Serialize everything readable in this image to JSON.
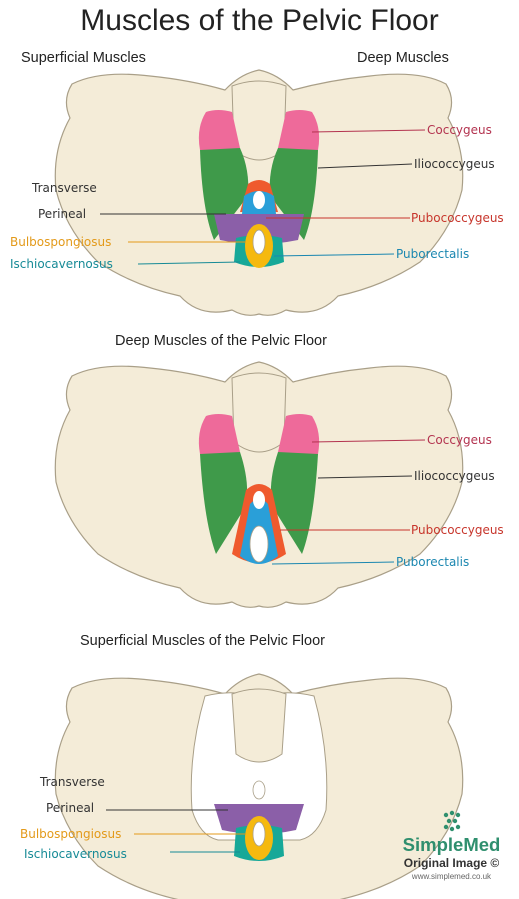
{
  "title": "Muscles of the Pelvic Floor",
  "header": {
    "left": "Superficial Muscles",
    "right": "Deep Muscles"
  },
  "headings": {
    "deep": "Deep Muscles of the Pelvic Floor",
    "superficial": "Superficial Muscles of the Pelvic Floor"
  },
  "labels": {
    "coccygeus": "Coccygeus",
    "iliococcygeus": "Iliococcygeus",
    "pubococcygeus": "Pubococcygeus",
    "puborectalis": "Puborectalis",
    "transverse": "Transverse",
    "perineal": "Perineal",
    "bulbospongiosus": "Bulbospongiosus",
    "ischiocavernosus": "Ischiocavernosus"
  },
  "colors": {
    "bone": "#f4ecd8",
    "bone_outline": "#a99f88",
    "coccygeus": "#ee6a9a",
    "iliococcygeus": "#3f9a4a",
    "pubococcygeus": "#ef5a2e",
    "puborectalis": "#2a9fd8",
    "transverse_perineal": "#8b5fa8",
    "bulbospongiosus": "#f5b90f",
    "ischiocavernosus": "#17a898",
    "label_coccygeus": "#b3334f",
    "label_iliococcygeus": "#333333",
    "label_pubococcygeus": "#c7352b",
    "label_puborectalis": "#1b87b0",
    "label_transverse": "#333333",
    "label_bulbospongiosus": "#e39a1a",
    "label_ischiocavernosus": "#168a96"
  },
  "logo": {
    "name": "SimpleMed",
    "subtitle": "Original Image ©",
    "url": "www.simplemed.co.uk"
  }
}
